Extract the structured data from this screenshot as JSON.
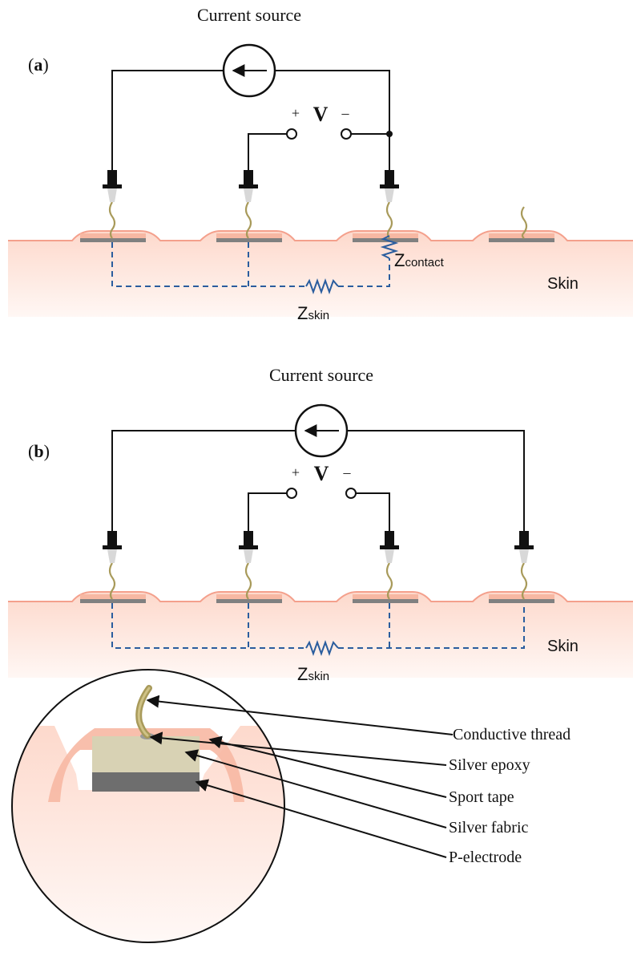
{
  "panel_a": {
    "label_open": "(",
    "label_letter": "a",
    "label_close": ")",
    "title": "Current source",
    "voltage_plus": "+",
    "voltage_symbol": "V",
    "voltage_minus": "–",
    "z_contact_main": "Z",
    "z_contact_sub": "contact",
    "z_skin_main": "Z",
    "z_skin_sub": "skin",
    "skin_label": "Skin"
  },
  "panel_b": {
    "label_open": "(",
    "label_letter": "b",
    "label_close": ")",
    "title": "Current source",
    "voltage_plus": "+",
    "voltage_symbol": "V",
    "voltage_minus": "–",
    "z_skin_main": "Z",
    "z_skin_sub": "skin",
    "skin_label": "Skin"
  },
  "detail": {
    "callouts": [
      "Conductive thread",
      "Silver epoxy",
      "Sport tape",
      "Silver fabric",
      "P-electrode"
    ]
  },
  "colors": {
    "skin_fill": "#fde4dc",
    "skin_outline": "#f4a08c",
    "tape": "#f7b8a3",
    "electrode": "#808080",
    "silver_fabric": "#d8d2b4",
    "thread": "#a89a5a",
    "resistor": "#2a5d9e",
    "wire": "#111111"
  }
}
